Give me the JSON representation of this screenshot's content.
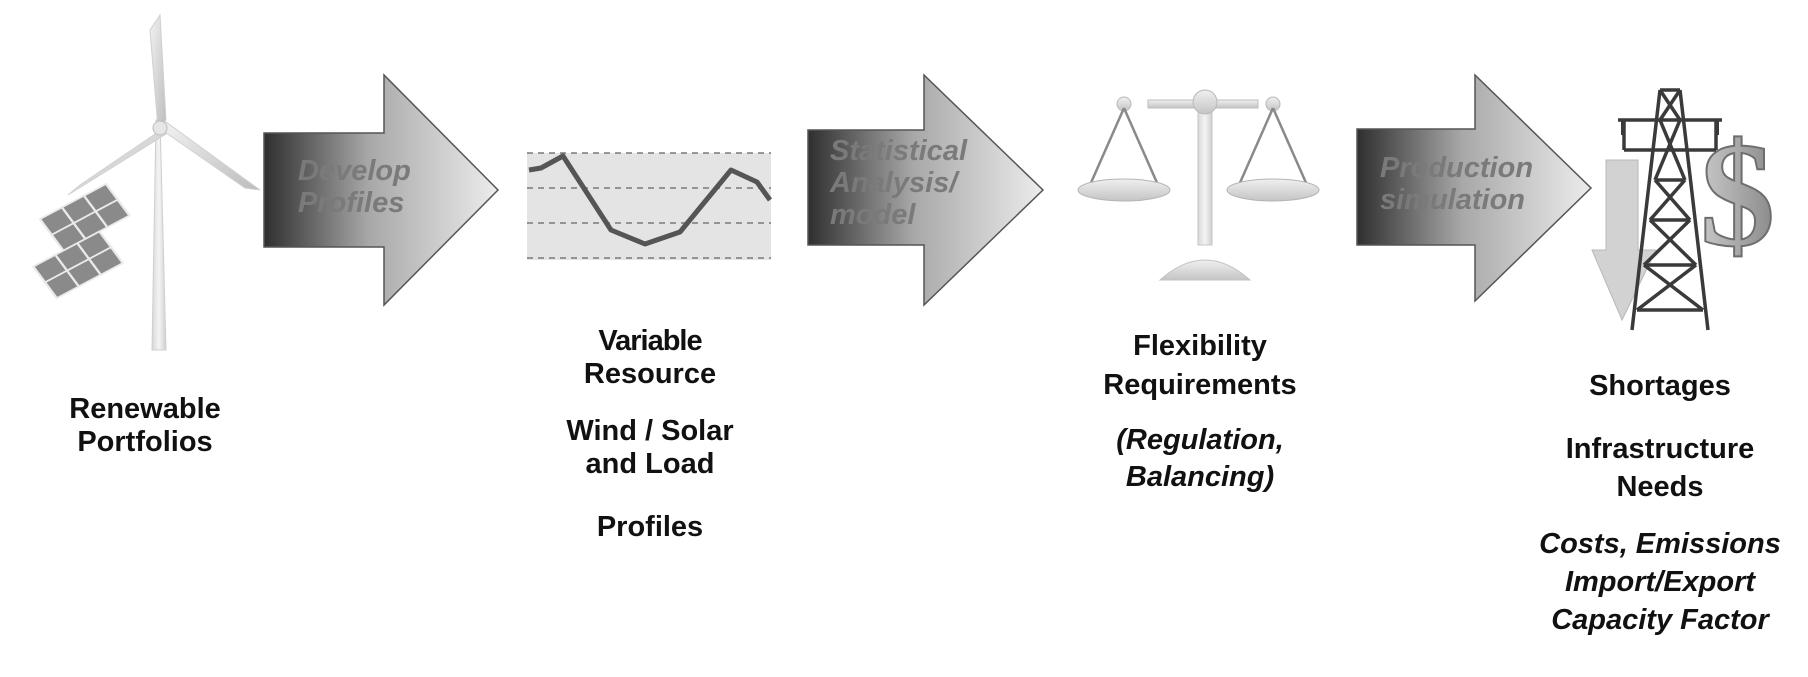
{
  "stages": [
    {
      "id": "renewable",
      "lines": [
        "Renewable",
        "Portfolios"
      ]
    },
    {
      "id": "variable",
      "group1": [
        "Variable",
        "Resource"
      ],
      "group2": [
        "Wind / Solar",
        "and Load"
      ],
      "group3": [
        "Profiles"
      ]
    },
    {
      "id": "flex",
      "group1": [
        "Flexibility",
        "Requirements"
      ],
      "group2": [
        "(Regulation,",
        "Balancing)"
      ]
    },
    {
      "id": "out",
      "group1": [
        "Shortages"
      ],
      "group2": [
        "Infrastructure",
        "Needs"
      ],
      "group3": [
        "Costs, Emissions",
        "Import/Export",
        "Capacity Factor"
      ]
    }
  ],
  "arrows": [
    {
      "lines": [
        "Develop",
        "Profiles"
      ]
    },
    {
      "lines": [
        "Statistical",
        "Analysis/",
        "model"
      ]
    },
    {
      "lines": [
        "Production",
        "simulation"
      ]
    }
  ],
  "icons": [
    "wind-turbine-icon",
    "solar-panel-icon",
    "line-chart-icon",
    "balance-scale-icon",
    "transmission-tower-icon",
    "dollar-icon",
    "down-arrow-icon"
  ],
  "colors": {
    "arrow_dark": "#3a3a3a",
    "arrow_light": "#e6e6e6",
    "text": "#111111",
    "arrow_text": "#7a7a7a"
  }
}
